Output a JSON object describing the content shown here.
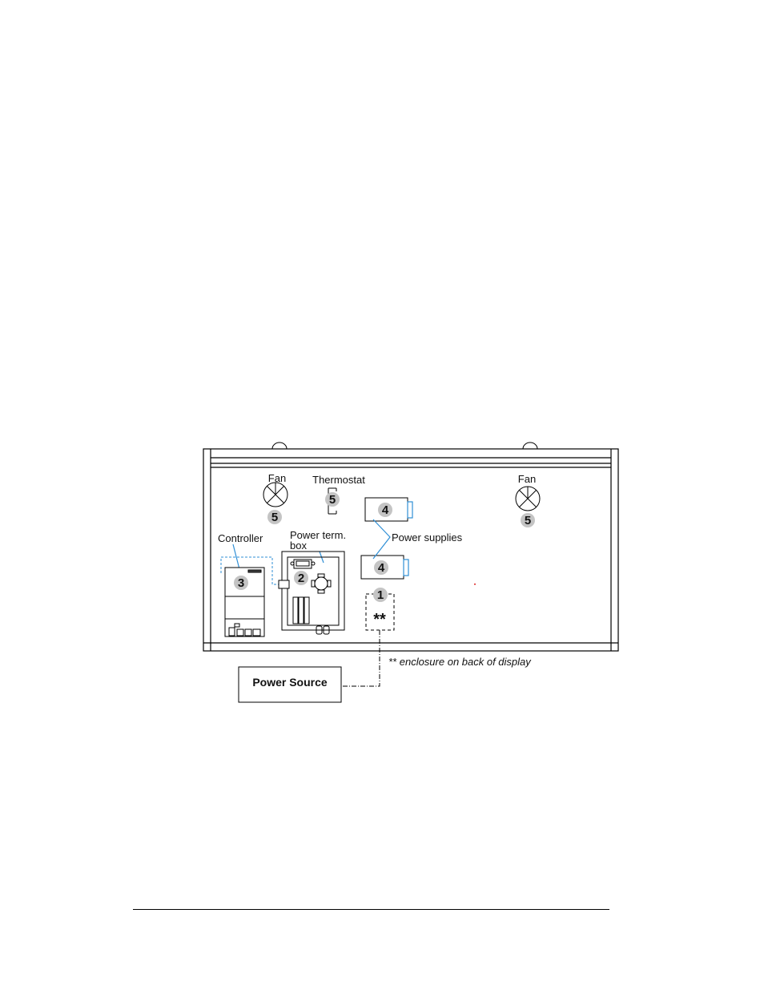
{
  "labels": {
    "fan_left": "Fan",
    "fan_right": "Fan",
    "thermostat": "Thermostat",
    "controller": "Controller",
    "power_term_line1": "Power term.",
    "power_term_line2": "box",
    "power_supplies": "Power supplies",
    "enclosure_note": "** enclosure on back of display",
    "power_source": "Power Source",
    "stars": "**"
  },
  "badges": {
    "fan_left": "5",
    "fan_right": "5",
    "thermostat": "5",
    "controller": "3",
    "power_term": "2",
    "power_supply_top": "4",
    "power_supply_bottom": "4",
    "enclosure": "1"
  },
  "colors": {
    "line": "#000000",
    "leader": "#2f8fd6",
    "badge_fill": "#c4c4c4",
    "background": "#ffffff"
  }
}
